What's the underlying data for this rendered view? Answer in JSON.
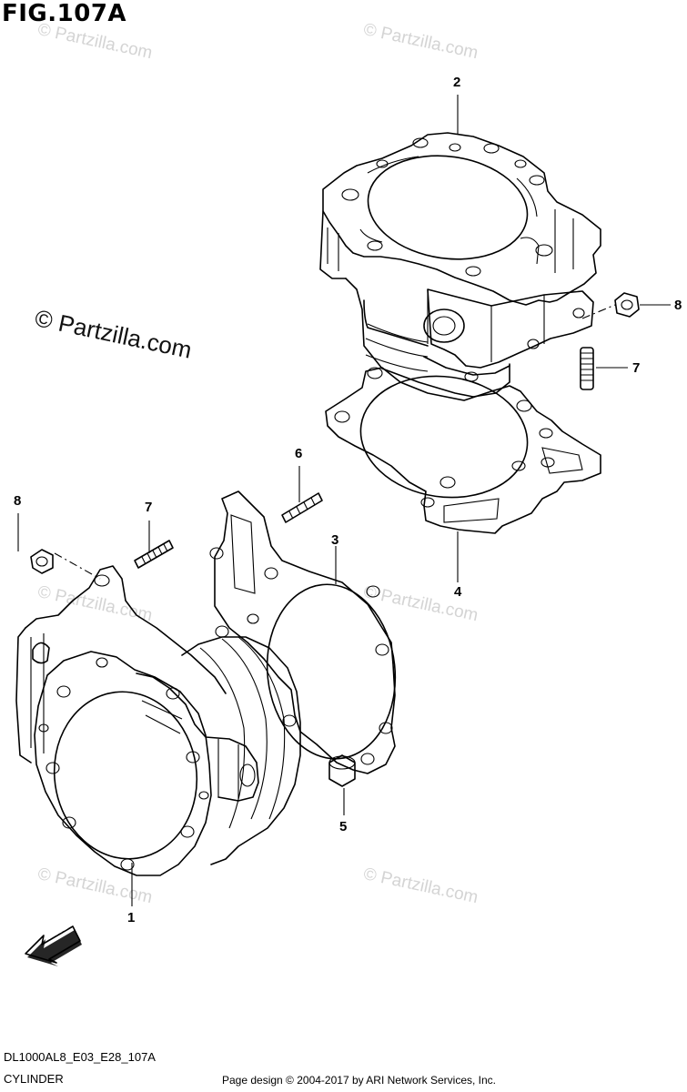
{
  "figure_title": "FIG.107A",
  "watermark_main": "© Partzilla.com",
  "watermark_faint": "© Partzilla.com",
  "callouts": [
    "1",
    "2",
    "3",
    "4",
    "5",
    "6",
    "7",
    "7",
    "8",
    "8"
  ],
  "fwd_label": "FWD",
  "footer": {
    "code": "DL1000AL8_E03_E28_107A",
    "name": "CYLINDER",
    "copyright": "Page design © 2004-2017 by ARI Network Services, Inc."
  }
}
